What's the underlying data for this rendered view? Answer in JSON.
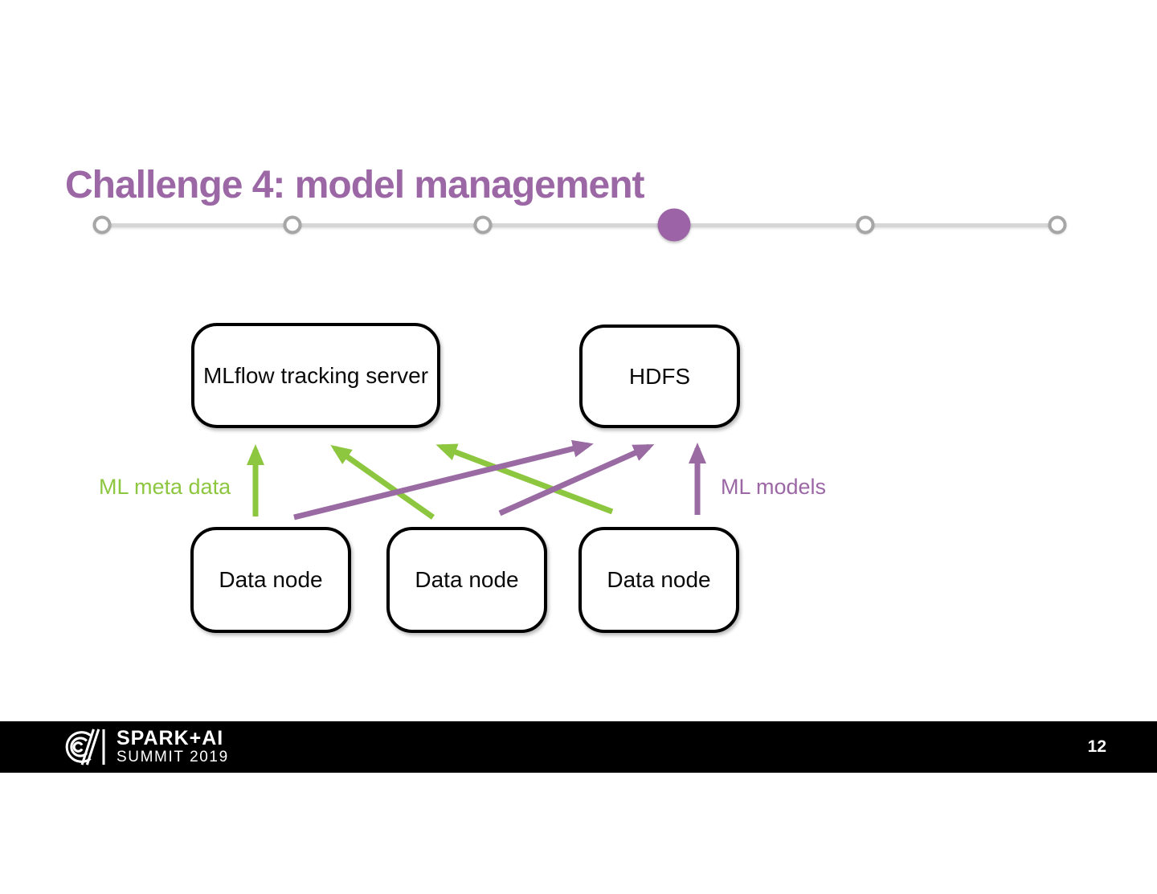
{
  "slide": {
    "title": "Challenge 4: model management"
  },
  "timeline": {
    "total_steps": 6,
    "active_step": 4
  },
  "diagram": {
    "nodes": [
      {
        "id": "mlflow",
        "label": "MLflow tracking server"
      },
      {
        "id": "hdfs",
        "label": "HDFS"
      },
      {
        "id": "data1",
        "label": "Data node"
      },
      {
        "id": "data2",
        "label": "Data node"
      },
      {
        "id": "data3",
        "label": "Data node"
      }
    ],
    "edge_labels": {
      "meta": "ML meta data",
      "models": "ML models"
    },
    "edges": [
      {
        "from": "data1",
        "to": "mlflow",
        "kind": "ml-meta-data"
      },
      {
        "from": "data2",
        "to": "mlflow",
        "kind": "ml-meta-data"
      },
      {
        "from": "data3",
        "to": "mlflow",
        "kind": "ml-meta-data"
      },
      {
        "from": "data1",
        "to": "hdfs",
        "kind": "ml-models"
      },
      {
        "from": "data2",
        "to": "hdfs",
        "kind": "ml-models"
      },
      {
        "from": "data3",
        "to": "hdfs",
        "kind": "ml-models"
      }
    ]
  },
  "footer": {
    "logo_title": "SPARK+AI",
    "logo_subtitle": "SUMMIT 2019",
    "page_number": "12"
  },
  "colors": {
    "title_purple": "#9b67a5",
    "dot_purple": "#9c63a6",
    "arrow_green": "#8dc63f",
    "arrow_purple": "#9a6aa3",
    "timeline_gray": "#d6d6d6",
    "footer_black": "#000000"
  }
}
